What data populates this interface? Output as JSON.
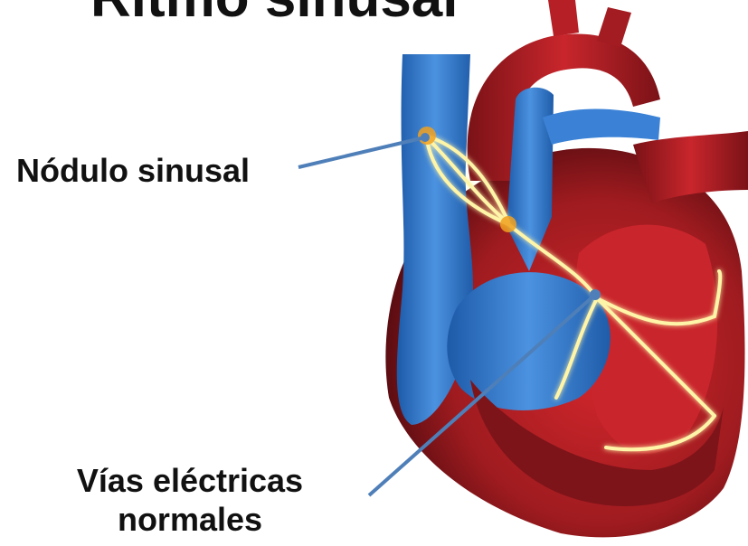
{
  "title": "Ritmo sinusal",
  "labels": {
    "sinus_node": "Nódulo sinusal",
    "pathways_line1": "Vías eléctricas",
    "pathways_line2": "normales"
  },
  "colors": {
    "myocardium": "#9e1b1f",
    "dark_muscle": "#6a0f14",
    "blood_blue": "#2f73c9",
    "conduction": "#fff5a8",
    "glow": "#ffb400",
    "pointer": "#4f7fb8"
  }
}
